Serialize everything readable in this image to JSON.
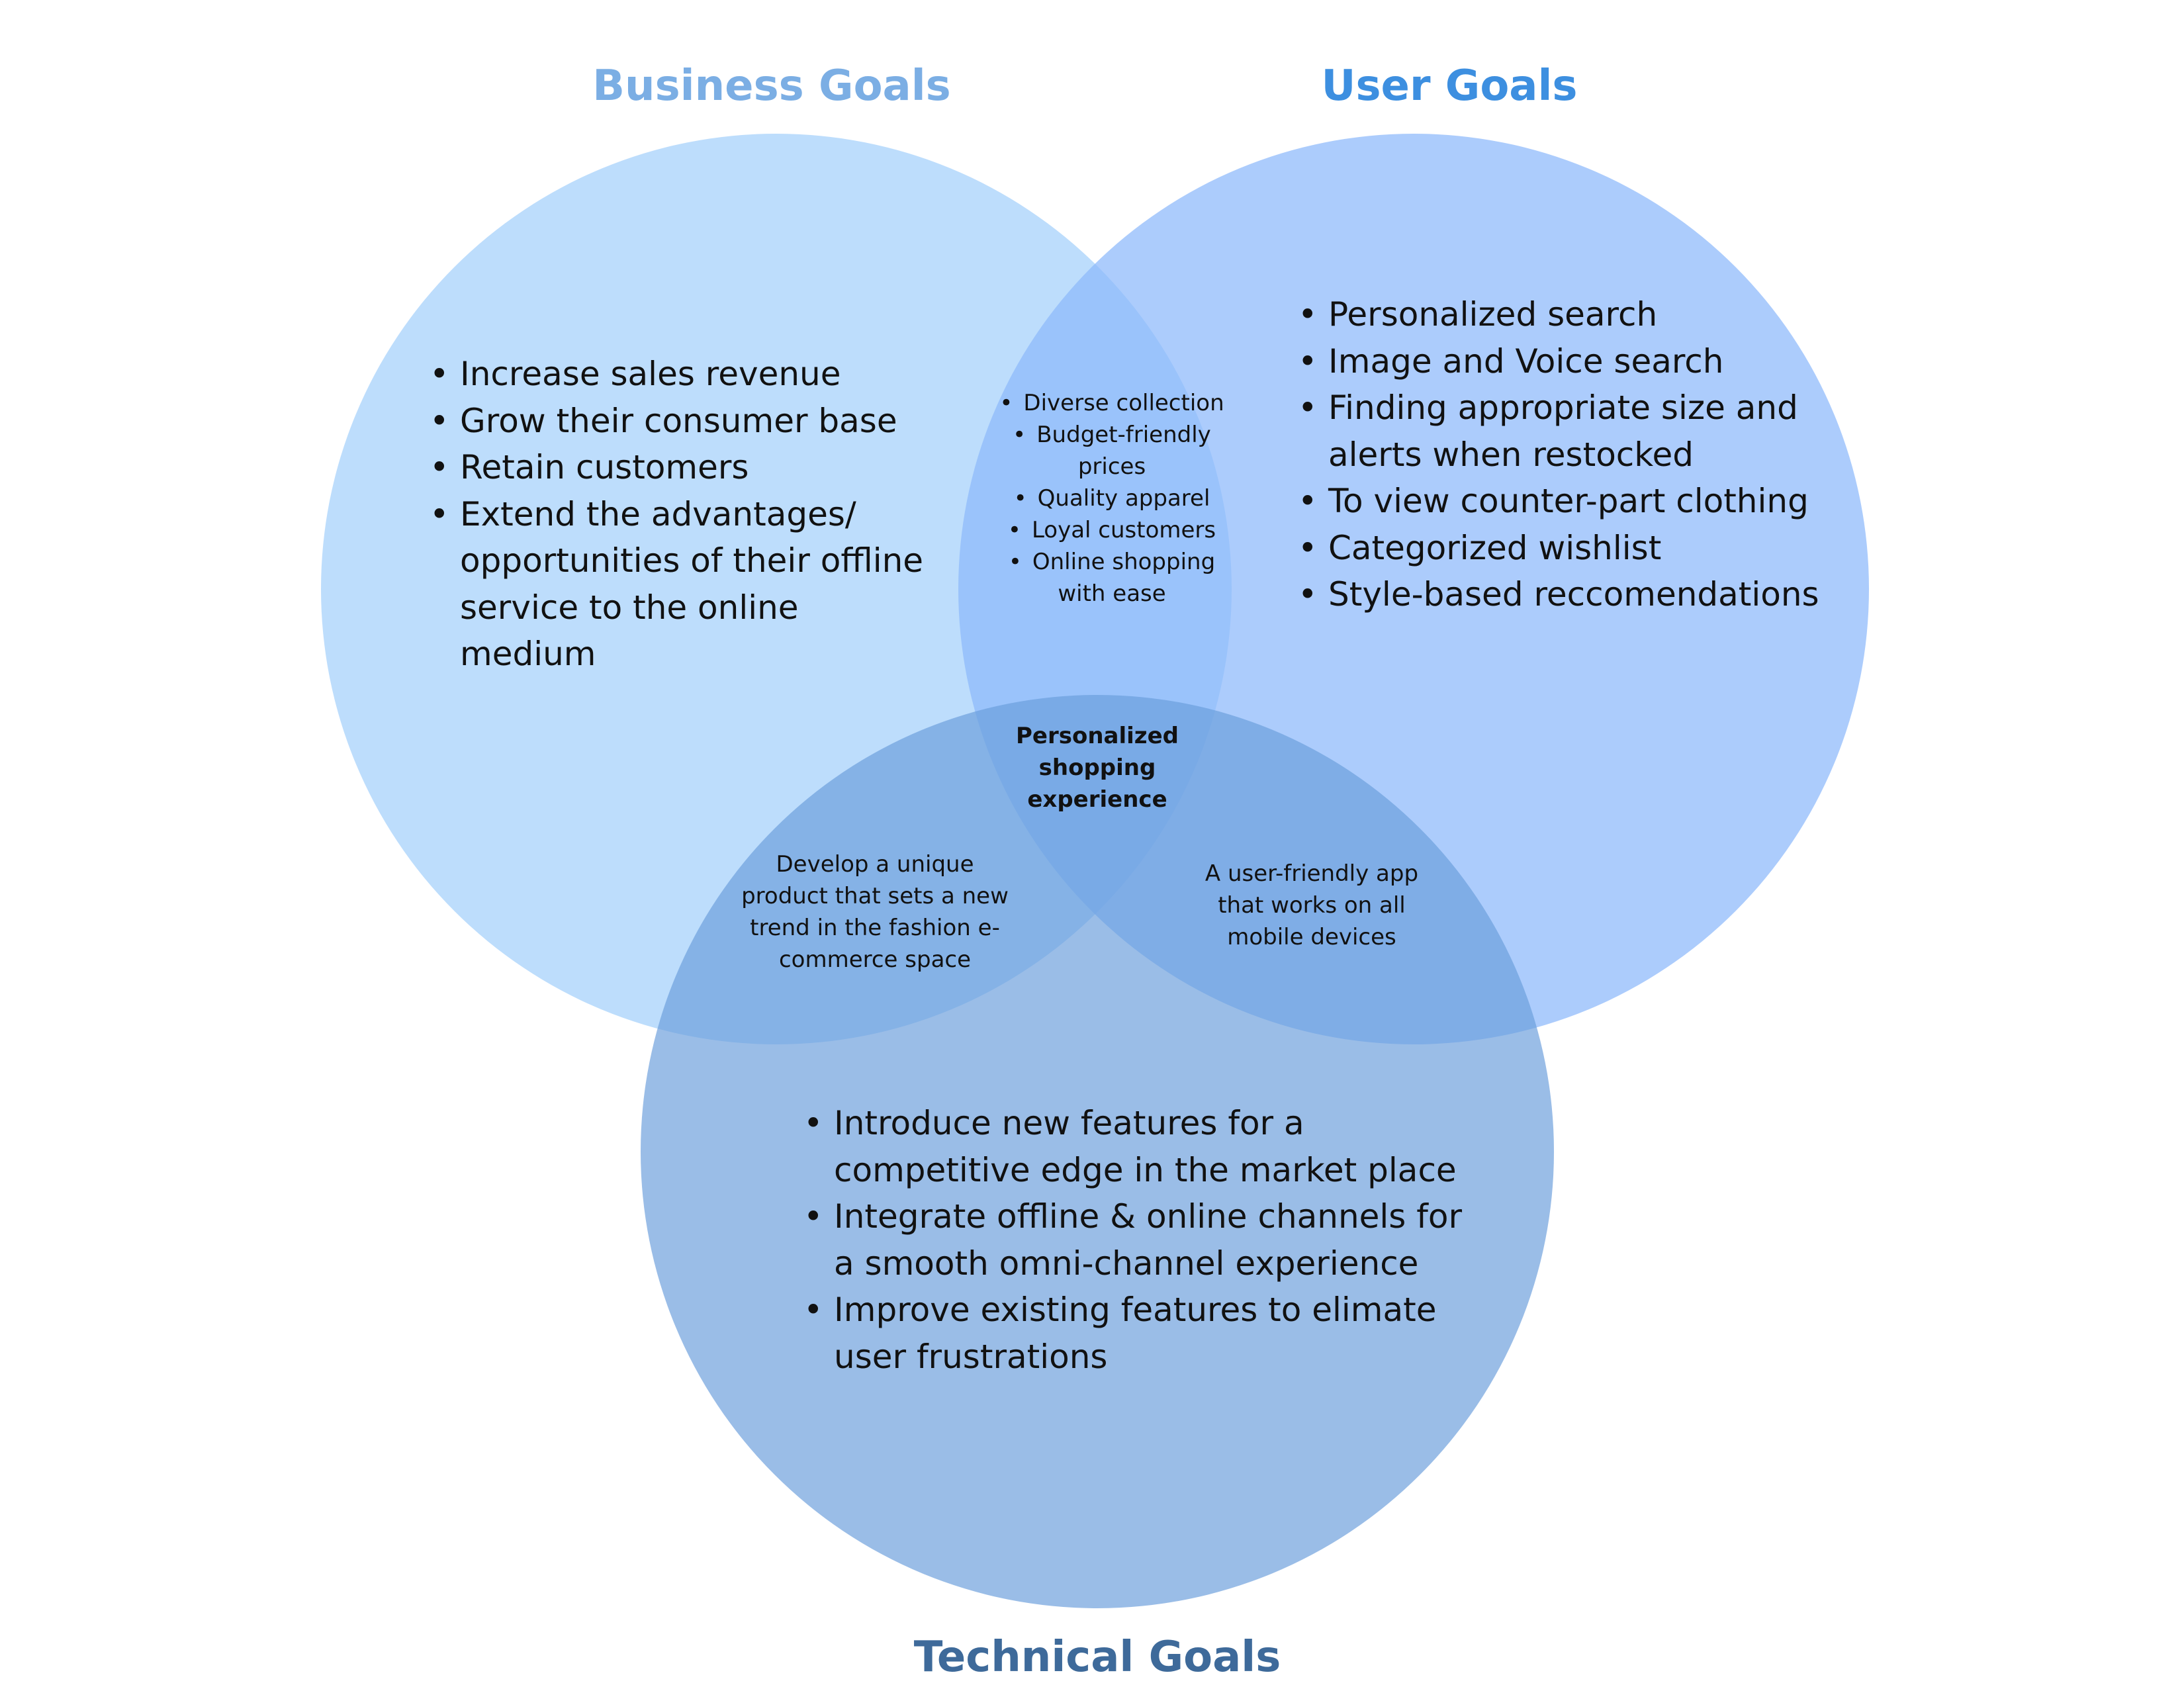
{
  "titles": {
    "business": "Business Goals",
    "user": "User Goals",
    "technical": "Technical Goals"
  },
  "colors": {
    "business_title": "#7BAEE4",
    "user_title": "#3D8FE0",
    "technical_title": "#3E6A9A",
    "business_circle": "#AFD6FB",
    "user_circle": "#8CB9FB",
    "technical_circle": "#6A9EDC"
  },
  "business_goals": [
    "Increase sales revenue",
    "Grow their consumer base",
    "Retain customers",
    "Extend the advantages/ opportunities of their offline service to the online medium"
  ],
  "user_goals": [
    "Personalized search",
    "Image and Voice search",
    "Finding appropriate size and alerts when restocked",
    "To view counter-part clothing",
    "Categorized wishlist",
    "Style-based reccomendations"
  ],
  "technical_goals": [
    "Introduce new features for a competitive edge in the market place",
    "Integrate offline & online channels for a smooth omni-channel experience",
    "Improve existing features to elimate user frustrations"
  ],
  "overlap_business_user": [
    "Diverse collection",
    "Budget-friendly prices",
    "Quality apparel",
    "Loyal customers",
    "Online shopping with ease"
  ],
  "overlap_business_technical": "Develop a unique product that sets a new trend in the fashion e-commerce space",
  "overlap_user_technical": "A user-friendly app that works on all mobile devices",
  "overlap_all": "Personalized shopping experience"
}
